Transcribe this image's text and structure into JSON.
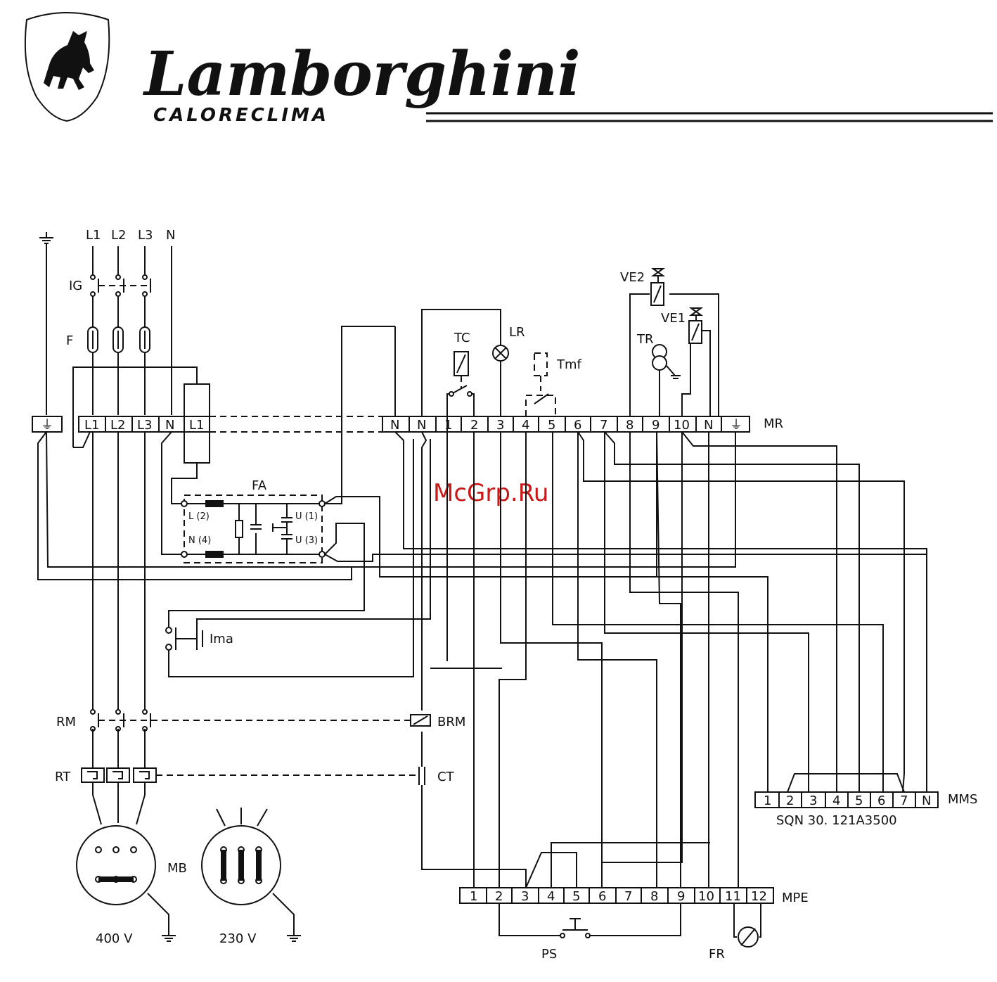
{
  "brand": {
    "name": "Lamborghini",
    "subtitle": "CALORECLIMA"
  },
  "watermark": "McGrp.Ru",
  "supply": {
    "earth": "⏚",
    "lines": [
      "L1",
      "L2",
      "L3",
      "N"
    ]
  },
  "components": {
    "IG": "IG",
    "F": "F",
    "TC": "TC",
    "LR": "LR",
    "Tmf": "Tmf",
    "VE2": "VE2",
    "VE1": "VE1",
    "TR": "TR",
    "FA": "FA",
    "Ima": "Ima",
    "RM": "RM",
    "BRM": "BRM",
    "RT": "RT",
    "CT": "CT",
    "MB": "MB",
    "PS": "PS",
    "FR": "FR"
  },
  "filter_terminals": {
    "L2": "L (2)",
    "N4": "N (4)",
    "U1": "U (1)",
    "U3": "U (3)"
  },
  "terminal_blocks": {
    "left": [
      "⏚",
      "",
      "L1",
      "L2",
      "L3",
      "N",
      "L1"
    ],
    "MR": {
      "label": "MR",
      "cells": [
        "N",
        "N",
        "1",
        "2",
        "3",
        "4",
        "5",
        "6",
        "7",
        "8",
        "9",
        "10",
        "N",
        "⏚"
      ]
    },
    "MMS": {
      "label": "MMS",
      "cells": [
        "1",
        "2",
        "3",
        "4",
        "5",
        "6",
        "7",
        "N"
      ],
      "model": "SQN 30. 121A3500"
    },
    "MPE": {
      "label": "MPE",
      "cells": [
        "1",
        "2",
        "3",
        "4",
        "5",
        "6",
        "7",
        "8",
        "9",
        "10",
        "11",
        "12"
      ]
    }
  },
  "motor_voltages": [
    "400 V",
    "230 V"
  ]
}
